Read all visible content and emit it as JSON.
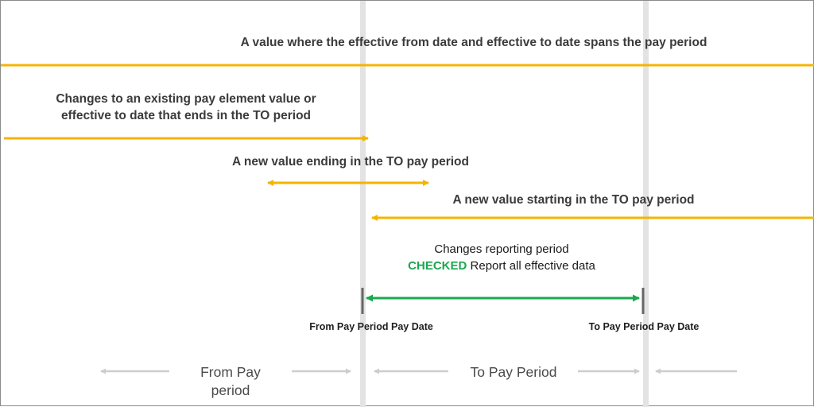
{
  "labels": {
    "spans": "A value where the effective from date and effective to date spans the pay period",
    "changes": "Changes to an existing pay element value or effective to date that ends in the TO period",
    "ending": "A new value ending in the TO pay period",
    "starting": "A new value starting in the TO pay period",
    "reporting_line1": "Changes reporting period",
    "checked": "CHECKED",
    "report_all": "Report all effective data",
    "from_date": "From Pay Period Pay Date",
    "to_date": "To Pay Period Pay Date",
    "from_period": "From Pay period",
    "to_period": "To Pay Period"
  },
  "colors": {
    "arrow": "#f5b400",
    "range": "#1aa84f",
    "checked": "#1aa84f",
    "divider": "#e3e3e3",
    "period_arrow": "#cdcdcd",
    "marker": "#666666"
  }
}
